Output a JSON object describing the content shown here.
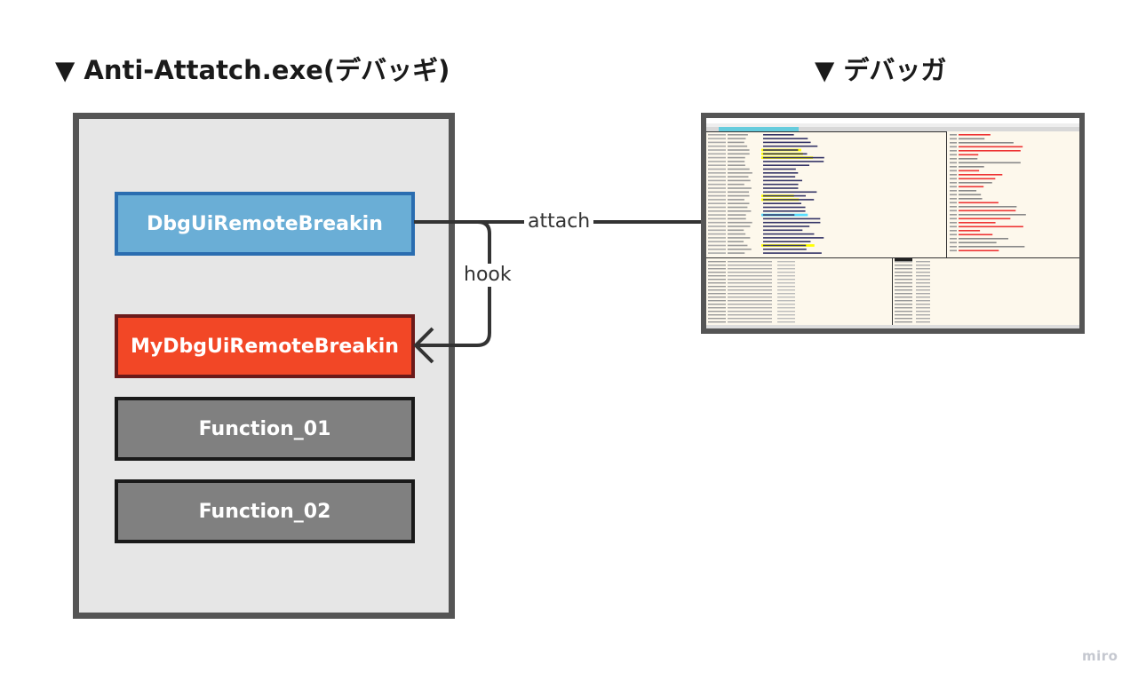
{
  "left_title": "▼ Anti-Attatch.exe(デバッギ)",
  "right_title": "▼ デバッガ",
  "functions": [
    {
      "label": "DbgUiRemoteBreakin",
      "fill": "#6aaed6",
      "border": "#2a6db0"
    },
    {
      "label": "MyDbgUiRemoteBreakin",
      "fill": "#f24726",
      "border": "#6b1a1a"
    },
    {
      "label": "Function_01",
      "fill": "#808080",
      "border": "#1a1a1a"
    },
    {
      "label": "Function_02",
      "fill": "#808080",
      "border": "#1a1a1a"
    }
  ],
  "connectors": {
    "attach": "attach",
    "hook": "hook"
  },
  "debugger_image": "debugger-screenshot",
  "watermark": "miro"
}
